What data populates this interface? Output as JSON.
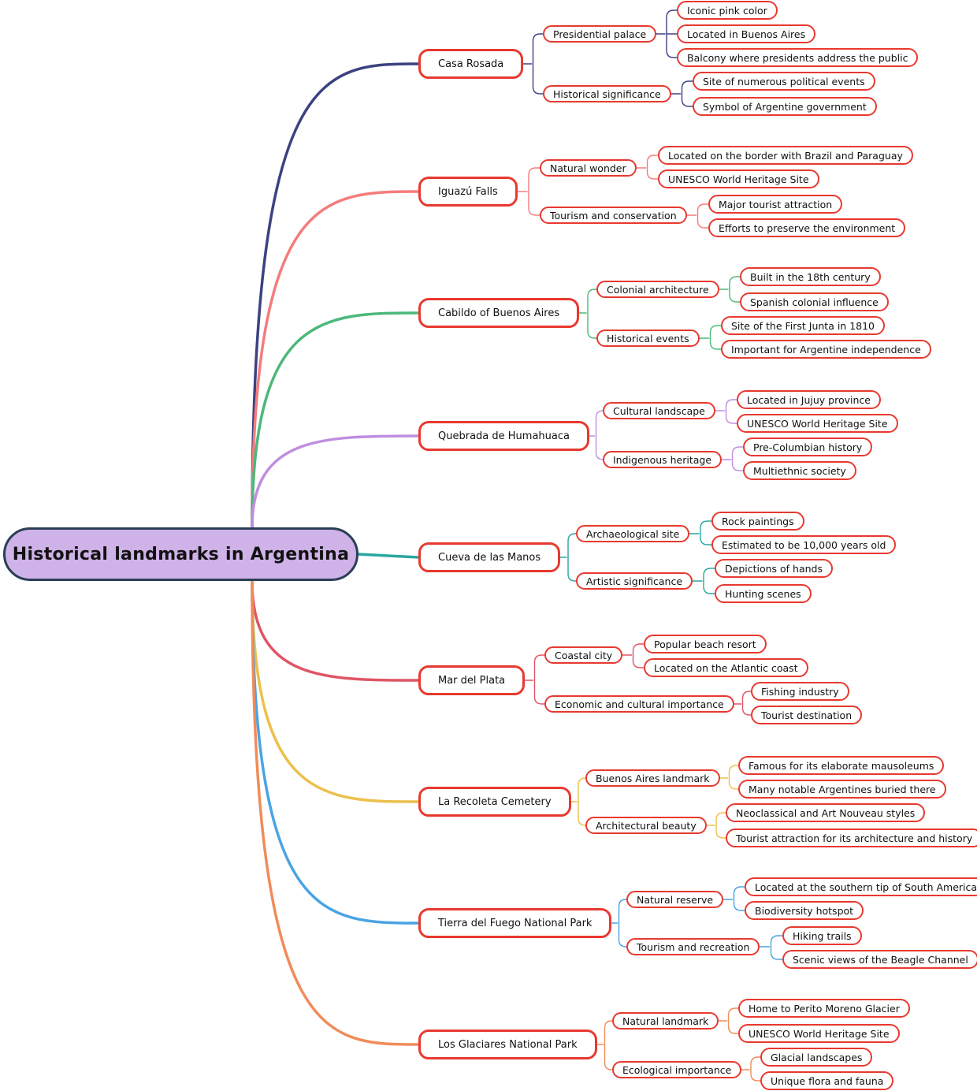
{
  "root": {
    "label": "Historical landmarks in Argentina"
  },
  "branches": [
    {
      "label": "Casa Rosada",
      "color": "#3c4280",
      "children": [
        {
          "label": "Presidential palace",
          "children": [
            "Iconic pink color",
            "Located in Buenos Aires",
            "Balcony where presidents address the public"
          ]
        },
        {
          "label": "Historical significance",
          "children": [
            "Site of numerous political events",
            "Symbol of Argentine government"
          ]
        }
      ]
    },
    {
      "label": "Iguazú Falls",
      "color": "#f57c7c",
      "children": [
        {
          "label": "Natural wonder",
          "children": [
            "Located on the border with Brazil and Paraguay",
            "UNESCO World Heritage Site"
          ]
        },
        {
          "label": "Tourism and conservation",
          "children": [
            "Major tourist attraction",
            "Efforts to preserve the environment"
          ]
        }
      ]
    },
    {
      "label": "Cabildo of Buenos Aires",
      "color": "#4cb87a",
      "children": [
        {
          "label": "Colonial architecture",
          "children": [
            "Built in the 18th century",
            "Spanish colonial influence"
          ]
        },
        {
          "label": "Historical events",
          "children": [
            "Site of the First Junta in 1810",
            "Important for Argentine independence"
          ]
        }
      ]
    },
    {
      "label": "Quebrada de Humahuaca",
      "color": "#c08ee0",
      "children": [
        {
          "label": "Cultural landscape",
          "children": [
            "Located in Jujuy province",
            "UNESCO World Heritage Site"
          ]
        },
        {
          "label": "Indigenous heritage",
          "children": [
            "Pre-Columbian history",
            "Multiethnic society"
          ]
        }
      ]
    },
    {
      "label": "Cueva de las Manos",
      "color": "#2aa6a0",
      "children": [
        {
          "label": "Archaeological site",
          "children": [
            "Rock paintings",
            "Estimated to be 10,000 years old"
          ]
        },
        {
          "label": "Artistic significance",
          "children": [
            "Depictions of hands",
            "Hunting scenes"
          ]
        }
      ]
    },
    {
      "label": "Mar del Plata",
      "color": "#e05565",
      "children": [
        {
          "label": "Coastal city",
          "children": [
            "Popular beach resort",
            "Located on the Atlantic coast"
          ]
        },
        {
          "label": "Economic and cultural importance",
          "children": [
            "Fishing industry",
            "Tourist destination"
          ]
        }
      ]
    },
    {
      "label": "La Recoleta Cemetery",
      "color": "#ecc04c",
      "children": [
        {
          "label": "Buenos Aires landmark",
          "children": [
            "Famous for its elaborate mausoleums",
            "Many notable Argentines buried there"
          ]
        },
        {
          "label": "Architectural beauty",
          "children": [
            "Neoclassical and Art Nouveau styles",
            "Tourist attraction for its architecture and history"
          ]
        }
      ]
    },
    {
      "label": "Tierra del Fuego National Park",
      "color": "#4aa4e4",
      "children": [
        {
          "label": "Natural reserve",
          "children": [
            "Located at the southern tip of South America",
            "Biodiversity hotspot"
          ]
        },
        {
          "label": "Tourism and recreation",
          "children": [
            "Hiking trails",
            "Scenic views of the Beagle Channel"
          ]
        }
      ]
    },
    {
      "label": "Los Glaciares National Park",
      "color": "#f08c5a",
      "children": [
        {
          "label": "Natural landmark",
          "children": [
            "Home to Perito Moreno Glacier",
            "UNESCO World Heritage Site"
          ]
        },
        {
          "label": "Ecological importance",
          "children": [
            "Glacial landscapes",
            "Unique flora and fauna"
          ]
        }
      ]
    }
  ]
}
